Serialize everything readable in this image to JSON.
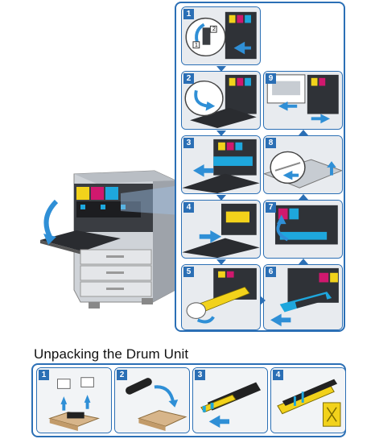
{
  "steps": [
    {
      "num": "1"
    },
    {
      "num": "2"
    },
    {
      "num": "3"
    },
    {
      "num": "4"
    },
    {
      "num": "5"
    },
    {
      "num": "6"
    },
    {
      "num": "7"
    },
    {
      "num": "8"
    },
    {
      "num": "9"
    }
  ],
  "step1_callouts": {
    "a": "1",
    "b": "2"
  },
  "drum_section": {
    "title": "Unpacking the Drum Unit",
    "steps": [
      {
        "num": "1"
      },
      {
        "num": "2"
      },
      {
        "num": "3"
      },
      {
        "num": "4"
      }
    ]
  },
  "colors": {
    "accent": "#2b6fb5",
    "arrow": "#2f8fd6",
    "yellow": "#f2d21b",
    "magenta": "#d0186e",
    "cyan": "#1ea7dd",
    "black": "#222222"
  }
}
